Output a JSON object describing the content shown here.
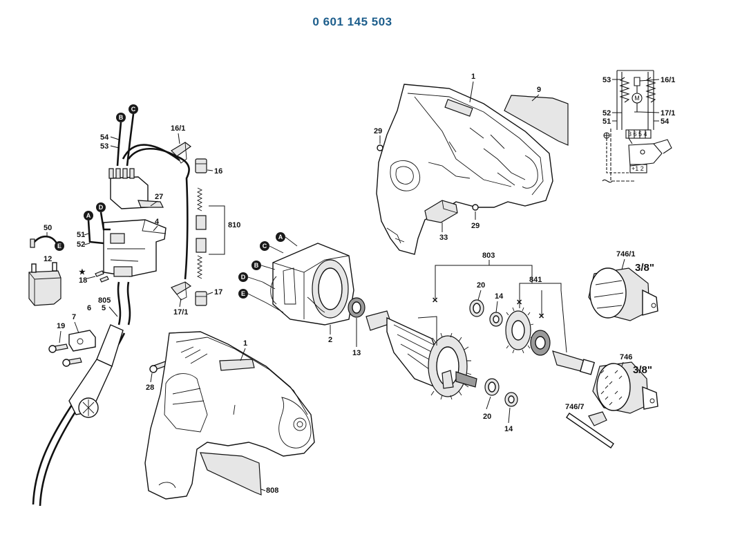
{
  "title": "0 601 145 503",
  "labels": {
    "p1a": "1",
    "p9": "9",
    "p29a": "29",
    "p29b": "29",
    "p33": "33",
    "p16_1a": "16/1",
    "p16": "16",
    "p810": "810",
    "p17": "17",
    "p17_1": "17/1",
    "p54": "54",
    "p53": "53",
    "p27": "27",
    "p4": "4",
    "p51": "51",
    "p52": "52",
    "p50": "50",
    "p12": "12",
    "p18": "18",
    "p805": "805",
    "p5": "5",
    "p6": "6",
    "p7": "7",
    "p19": "19",
    "p28": "28",
    "p1b": "1",
    "p808": "808",
    "p2": "2",
    "p13": "13",
    "p803": "803",
    "p20a": "20",
    "p14a": "14",
    "p841": "841",
    "p20b": "20",
    "p14b": "14",
    "p746_1": "746/1",
    "p38a": "3/8\"",
    "p746": "746",
    "p38b": "3/8\"",
    "p746_7": "746/7",
    "sch53": "53",
    "sch16_1": "16/1",
    "sch52": "52",
    "sch51": "51",
    "sch17_1": "17/1",
    "sch54": "54",
    "sch_m": "M",
    "sch_terms": "3 6 5 4",
    "sch_sw": "+1 2"
  },
  "badges": {
    "b1": "B",
    "c1": "C",
    "a1": "A",
    "d1": "D",
    "e1": "E",
    "a2": "A",
    "c2": "C",
    "b2": "B",
    "d2": "D",
    "e2": "E"
  },
  "colors": {
    "title": "#1d5e8c",
    "badge": "#1a1a1a"
  }
}
